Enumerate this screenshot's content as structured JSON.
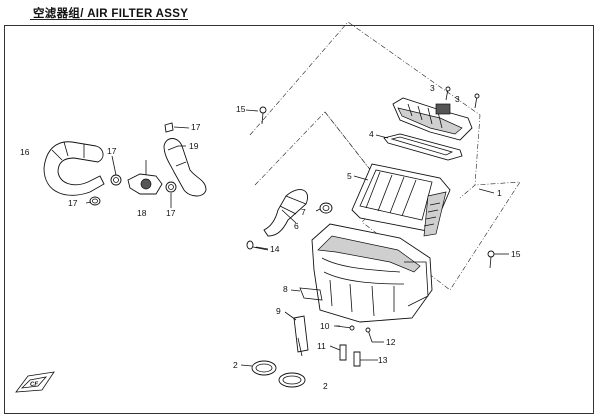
{
  "header": {
    "title": "空滤器组/ AIR FILTER ASSY"
  },
  "callouts": {
    "c1": "1",
    "c2a": "2",
    "c2b": "2",
    "c3a": "3",
    "c3b": "3",
    "c4": "4",
    "c5": "5",
    "c6": "6",
    "c7": "7",
    "c8": "8",
    "c9": "9",
    "c10": "10",
    "c11": "11",
    "c12": "12",
    "c13": "13",
    "c14": "14",
    "c15a": "15",
    "c15b": "15",
    "c16": "16",
    "c17a": "17",
    "c17b": "17",
    "c17c": "17",
    "c17d": "17",
    "c18": "18",
    "c19": "19"
  },
  "logo": {
    "text": "CF"
  }
}
